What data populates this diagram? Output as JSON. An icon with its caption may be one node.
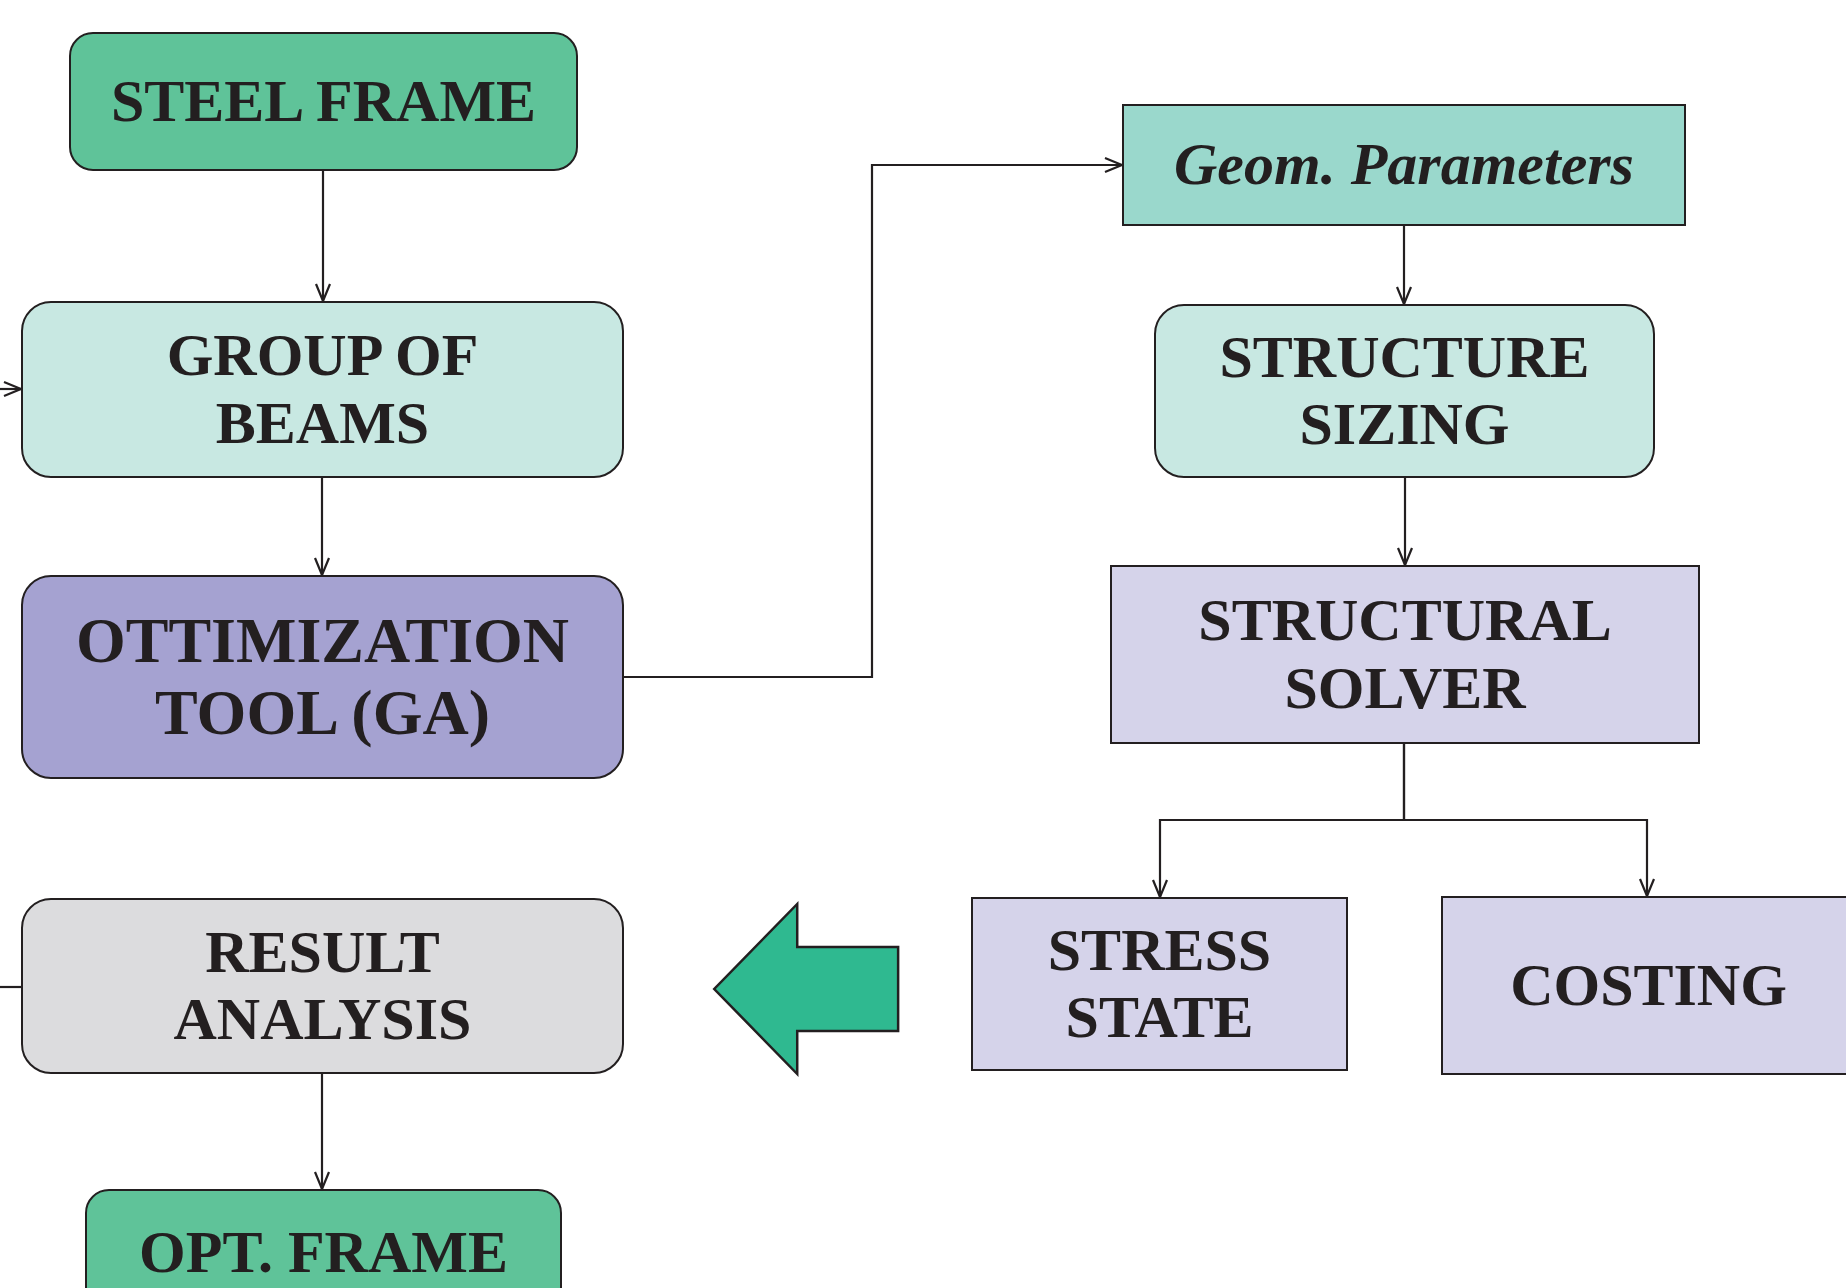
{
  "diagram": {
    "nodes": [
      {
        "text": [
          "STEEL FRAME"
        ]
      },
      {
        "text": [
          "GROUP OF BEAMS"
        ]
      },
      {
        "text": [
          "OTTIMIZATION TOOL (GA)"
        ]
      },
      {
        "text": [
          "Geom. Parameters"
        ]
      },
      {
        "text": [
          "STRUCTURE SIZING"
        ]
      },
      {
        "text": [
          "STRUCTURAL SOLVER"
        ]
      },
      {
        "text": [
          "STRESS STATE"
        ]
      },
      {
        "text": [
          "COSTING"
        ]
      },
      {
        "text": [
          "RESULT ANALYSIS"
        ]
      },
      {
        "text": [
          "OPT. FRAME"
        ]
      }
    ],
    "edges": [
      {
        "from": 0,
        "to": 1,
        "arrow": "to"
      },
      {
        "from": 1,
        "to": 2,
        "arrow": "to"
      },
      {
        "from": 2,
        "to": 3,
        "arrow": "to"
      },
      {
        "from": 3,
        "to": 4,
        "arrow": "to"
      },
      {
        "from": 4,
        "to": 5,
        "arrow": "to"
      },
      {
        "from": 5,
        "to": 6,
        "arrow": "to"
      },
      {
        "from": 5,
        "to": 7,
        "arrow": "to"
      },
      {
        "from": 6,
        "to": 8,
        "arrow": "to",
        "style": "thick",
        "color": "#2fb990"
      },
      {
        "from": 8,
        "to": 9,
        "arrow": "to"
      },
      {
        "from": null,
        "to": 1,
        "arrow": "to"
      },
      {
        "from": 8,
        "to": null,
        "arrow": "none"
      }
    ]
  }
}
